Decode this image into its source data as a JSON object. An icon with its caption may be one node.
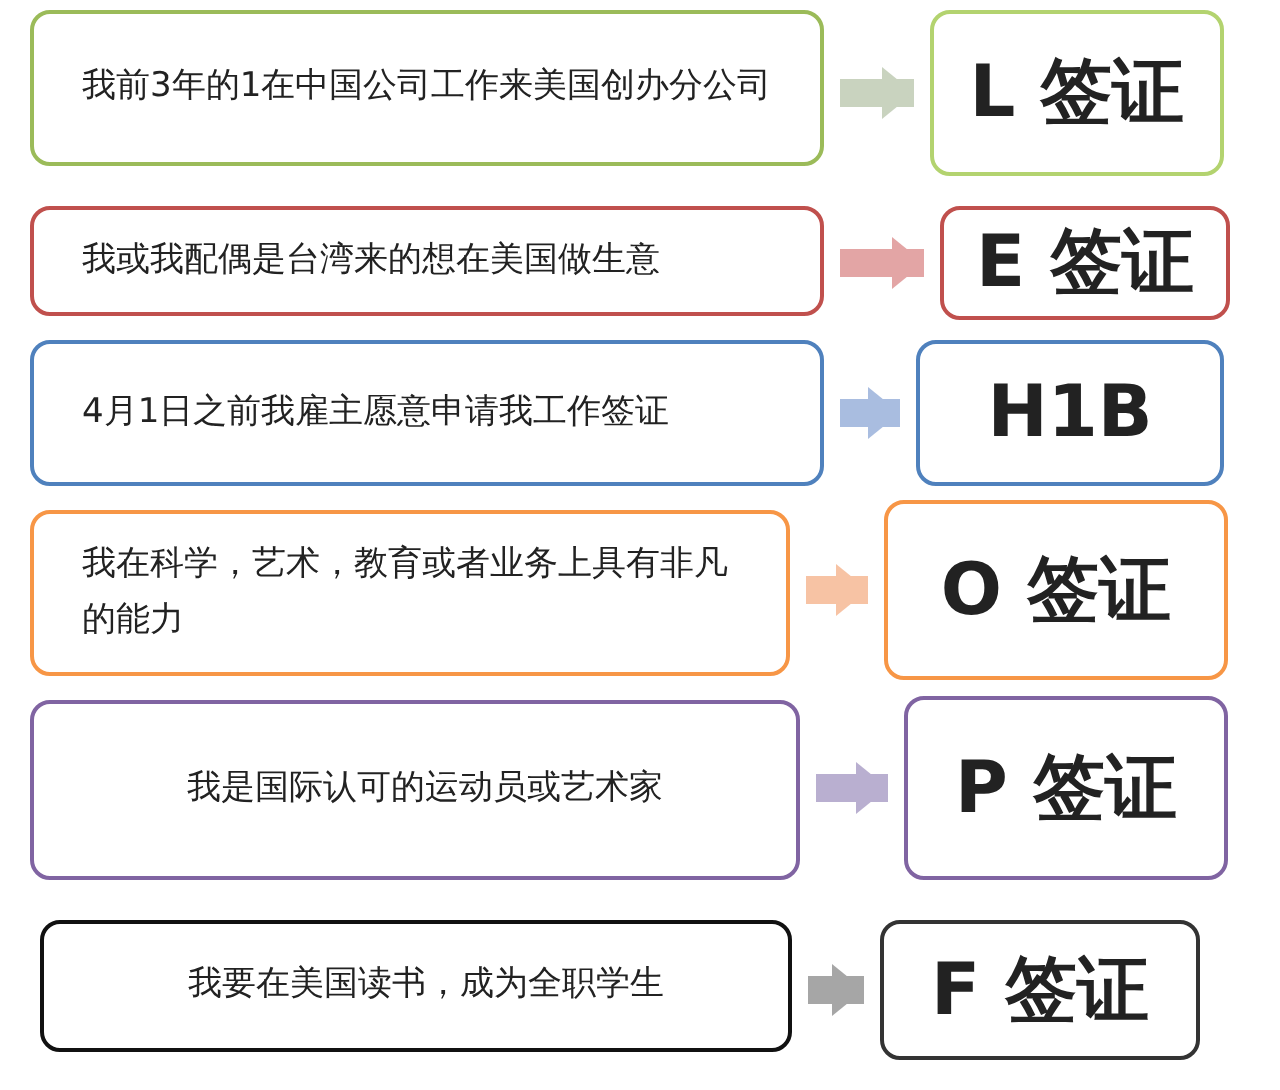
{
  "diagram": {
    "nodes": [
      {
        "text": [
          "我前3年的1在中国公司工作来美国创办分公司"
        ]
      },
      {
        "text": [
          "L 签证"
        ]
      },
      {
        "text": [
          "我或我配偶是台湾来的想在美国做生意"
        ]
      },
      {
        "text": [
          "E 签证"
        ]
      },
      {
        "text": [
          "4月1日之前我雇主愿意申请我工作签证"
        ]
      },
      {
        "text": [
          "H1B"
        ]
      },
      {
        "text": [
          "我在科学，艺术，教育或者业务上具有非凡的能力"
        ]
      },
      {
        "text": [
          "O 签证"
        ]
      },
      {
        "text": [
          "我是国际认可的运动员或艺术家"
        ]
      },
      {
        "text": [
          "P 签证"
        ]
      },
      {
        "text": [
          "我要在美国读书，成为全职学生"
        ]
      },
      {
        "text": [
          "F 签证"
        ]
      }
    ],
    "edges": [
      {
        "from": 0,
        "to": 1,
        "arrow": "to",
        "color": "#c9d3bf"
      },
      {
        "from": 2,
        "to": 3,
        "arrow": "to",
        "color": "#e3a5a5"
      },
      {
        "from": 4,
        "to": 5,
        "arrow": "to",
        "color": "#a9bde0"
      },
      {
        "from": 6,
        "to": 7,
        "arrow": "to",
        "color": "#f7c3a4"
      },
      {
        "from": 8,
        "to": 9,
        "arrow": "to",
        "color": "#b9afd0"
      },
      {
        "from": 10,
        "to": 11,
        "arrow": "to",
        "color": "#a6a6a6"
      }
    ]
  }
}
